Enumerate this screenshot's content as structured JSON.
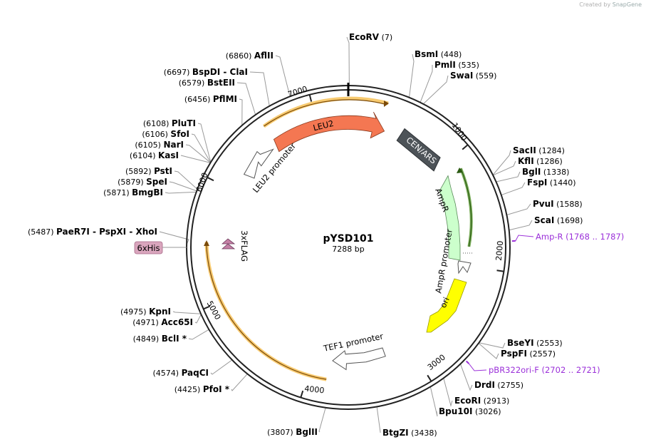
{
  "credit": {
    "prefix": "Created by",
    "brand": "SnapGene"
  },
  "plasmid": {
    "name": "pYSD101",
    "length_label": "7288 bp",
    "length": 7288
  },
  "ticks": [
    {
      "pos": 1000,
      "label": "1000"
    },
    {
      "pos": 2000,
      "label": "2000"
    },
    {
      "pos": 3000,
      "label": "3000"
    },
    {
      "pos": 4000,
      "label": "4000"
    },
    {
      "pos": 5000,
      "label": "5000"
    },
    {
      "pos": 6000,
      "label": "6000"
    },
    {
      "pos": 7000,
      "label": "7000"
    }
  ],
  "enzymes": [
    {
      "name": "EcoRV",
      "pos": "(7)"
    },
    {
      "name": "BsmI",
      "pos": "(448)"
    },
    {
      "name": "PmlI",
      "pos": "(535)"
    },
    {
      "name": "SwaI",
      "pos": "(559)"
    },
    {
      "name": "SacII",
      "pos": "(1284)"
    },
    {
      "name": "KflI",
      "pos": "(1286)"
    },
    {
      "name": "BglI",
      "pos": "(1338)"
    },
    {
      "name": "FspI",
      "pos": "(1440)"
    },
    {
      "name": "PvuI",
      "pos": "(1588)"
    },
    {
      "name": "ScaI",
      "pos": "(1698)"
    },
    {
      "name": "BseYI",
      "pos": "(2553)"
    },
    {
      "name": "PspFI",
      "pos": "(2557)"
    },
    {
      "name": "DrdI",
      "pos": "(2755)"
    },
    {
      "name": "EcoRI",
      "pos": "(2913)"
    },
    {
      "name": "Bpu10I",
      "pos": "(3026)"
    },
    {
      "name": "BtgZI",
      "pos": "(3438)"
    },
    {
      "name": "BglII",
      "pos": "(3807)"
    },
    {
      "name": "PfoI *",
      "pos": "(4425)"
    },
    {
      "name": "PaqCI",
      "pos": "(4574)"
    },
    {
      "name": "BclI *",
      "pos": "(4849)"
    },
    {
      "name": "Acc65I",
      "pos": "(4971)"
    },
    {
      "name": "KpnI",
      "pos": "(4975)"
    },
    {
      "name": "PaeR7I - PspXI - XhoI",
      "pos": "(5487)"
    },
    {
      "name": "BmgBI",
      "pos": "(5871)"
    },
    {
      "name": "SpeI",
      "pos": "(5879)"
    },
    {
      "name": "PstI",
      "pos": "(5892)"
    },
    {
      "name": "KasI",
      "pos": "(6104)"
    },
    {
      "name": "NarI",
      "pos": "(6105)"
    },
    {
      "name": "SfoI",
      "pos": "(6106)"
    },
    {
      "name": "PluTI",
      "pos": "(6108)"
    },
    {
      "name": "PflMI",
      "pos": "(6456)"
    },
    {
      "name": "BstEII",
      "pos": "(6579)"
    },
    {
      "name": "BspDI - ClaI",
      "pos": "(6697)"
    },
    {
      "name": "AflII",
      "pos": "(6860)"
    }
  ],
  "primers": [
    {
      "name": "Amp-R",
      "range": "(1768 .. 1787)"
    },
    {
      "name": "pBR322ori-F",
      "range": "(2702 .. 2721)"
    }
  ],
  "features": [
    {
      "name": "LEU2",
      "color": "#f47752"
    },
    {
      "name": "LEU2 promoter",
      "color": "#ffffff"
    },
    {
      "name": "CEN/ARS",
      "color": "#4d5358"
    },
    {
      "name": "AmpR",
      "color": "#ccffcc"
    },
    {
      "name": "AmpR promoter",
      "color": "#ffffff"
    },
    {
      "name": "ori",
      "color": "#ffff00"
    },
    {
      "name": "TEF1 promoter",
      "color": "#ffffff"
    },
    {
      "name": "3xFLAG",
      "color": "#c47fa5"
    },
    {
      "name": "6xHis",
      "color": "#d9a5bd"
    }
  ],
  "colors": {
    "orf_highlight": "#f5b942",
    "primer": "#9b30d9",
    "amp_orf": "#5a9a32"
  }
}
